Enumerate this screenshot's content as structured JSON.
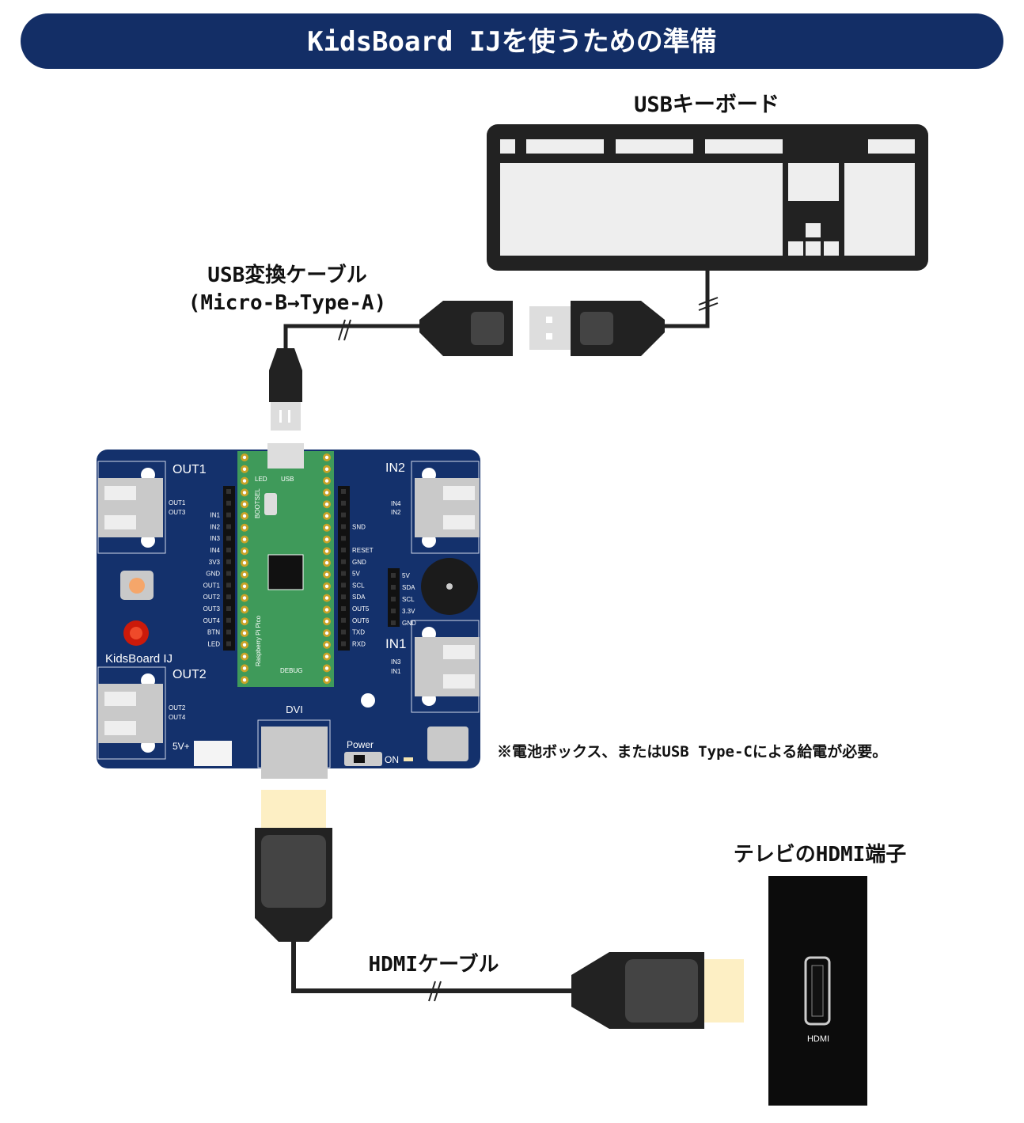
{
  "title": "KidsBoard IJを使うための準備",
  "keyboard_label": "USBキーボード",
  "usb_cable": {
    "line1": "USB変換ケーブル",
    "line2": "(Micro-B→Type-A)"
  },
  "board": {
    "name": "KidsBoard IJ",
    "out1": "OUT1",
    "out2": "OUT2",
    "in1": "IN1",
    "in2": "IN2",
    "out1_sub": [
      "OUT1",
      "OUT3"
    ],
    "out2_sub": [
      "OUT2",
      "OUT4"
    ],
    "in2_sub": [
      "IN4",
      "IN2"
    ],
    "in1_sub": [
      "IN3",
      "IN1"
    ],
    "left_pins": [
      "IN1",
      "IN2",
      "IN3",
      "IN4",
      "3V3",
      "GND",
      "OUT1",
      "OUT2",
      "OUT3",
      "OUT4",
      "BTN",
      "LED"
    ],
    "right_pins": [
      "SND",
      "RESET",
      "GND",
      "5V",
      "SCL",
      "SDA",
      "OUT5",
      "OUT6",
      "TXD",
      "RXD"
    ],
    "i2c_pins": [
      "5V",
      "SDA",
      "SCL",
      "3.3V",
      "GND"
    ],
    "pico_label": "Raspberry Pi Pico",
    "bootsel": "BOOTSEL",
    "led": "LED",
    "usb": "USB",
    "debug": "DEBUG",
    "dvi": "DVI",
    "power": "Power",
    "on": "ON",
    "v5": "5V+"
  },
  "power_note": "※電池ボックス、またはUSB Type-Cによる給電が必要。",
  "tv_label": "テレビのHDMI端子",
  "hdmi_port": "HDMI",
  "hdmi_cable": "HDMIケーブル",
  "colors": {
    "banner": "#132e66",
    "board": "#14316c",
    "pico": "#3f9a5a"
  }
}
